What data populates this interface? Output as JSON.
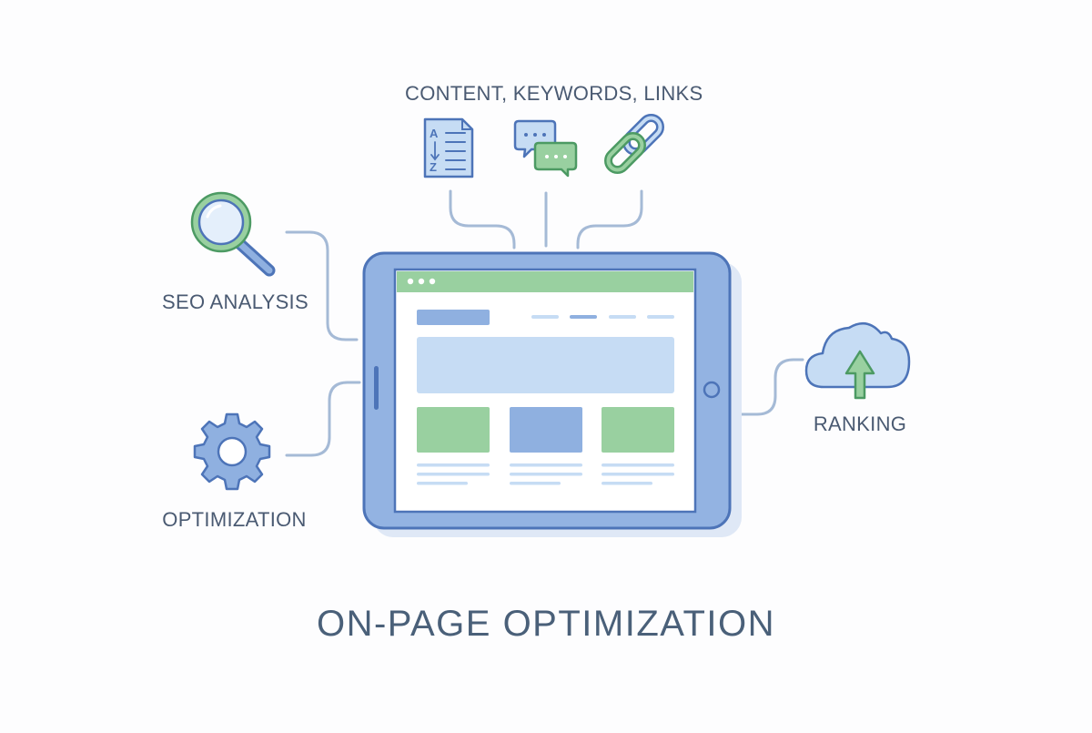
{
  "labels": {
    "top": "CONTENT, KEYWORDS, LINKS",
    "seo": "SEO ANALYSIS",
    "optimization": "OPTIMIZATION",
    "ranking": "RANKING",
    "title": "ON-PAGE OPTIMIZATION"
  },
  "icons": {
    "sorted_list": "a-to-z-list-icon",
    "chat": "chat-bubbles-icon",
    "link": "chain-link-icon",
    "search": "magnifier-icon",
    "settings": "gear-icon",
    "upload": "cloud-upload-icon"
  },
  "colors": {
    "blue": "#8fb0e0",
    "blue_light": "#c6dcf4",
    "blue_stroke": "#4d74b8",
    "green": "#99d0a0",
    "green_stroke": "#4c9a63",
    "connector": "#a5bad6",
    "text": "#4a5a72"
  }
}
